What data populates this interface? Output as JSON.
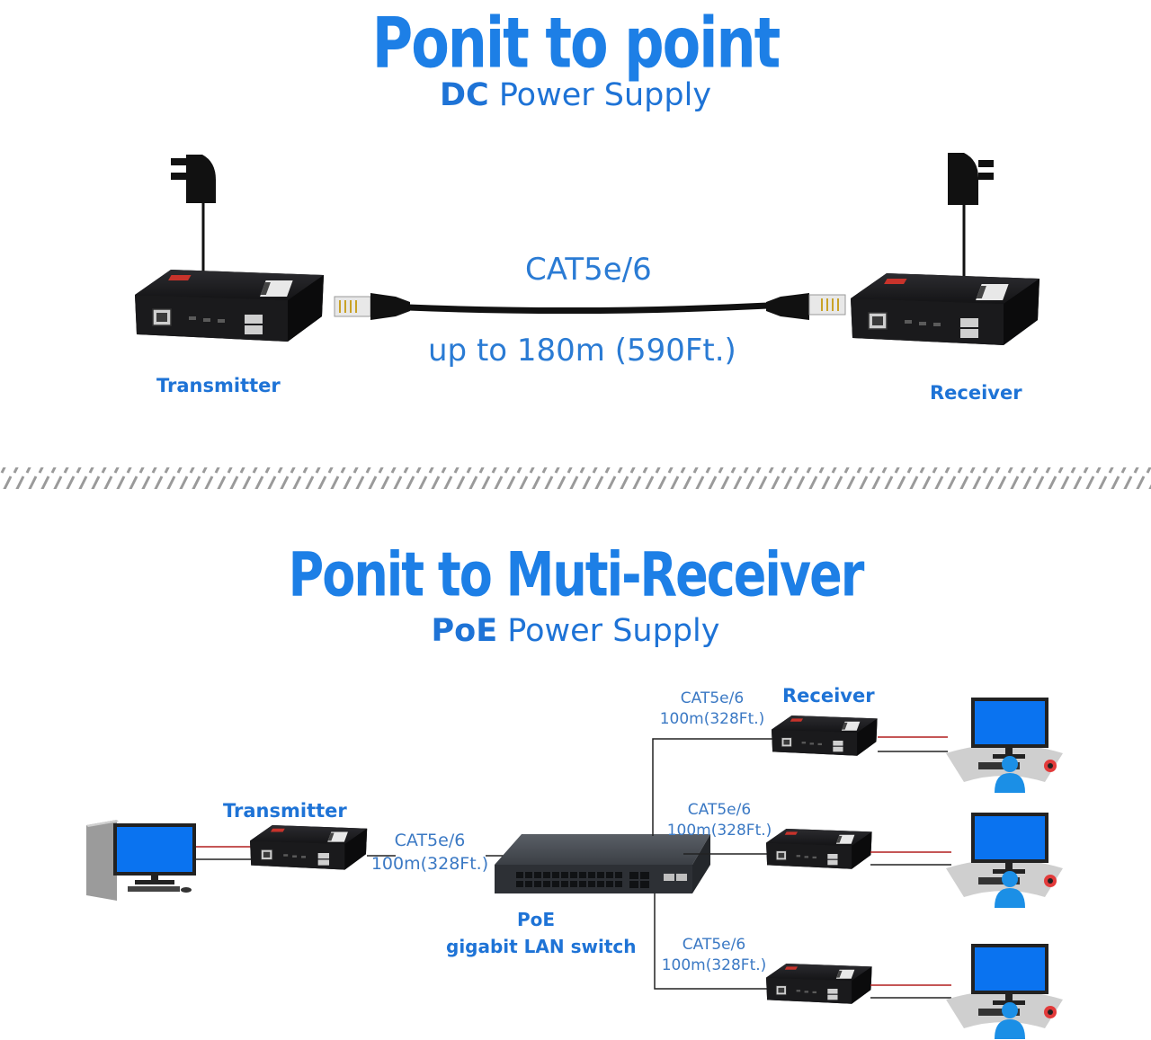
{
  "section1": {
    "title": "Ponit to point",
    "subtitle_bold": "DC",
    "subtitle_rest": " Power Supply",
    "cable_label": "CAT5e/6",
    "distance_label": "up to 180m (590Ft.)",
    "transmitter_label": "Transmitter",
    "receiver_label": "Receiver"
  },
  "section2": {
    "title": "Ponit to Muti-Receiver",
    "subtitle_bold": "PoE",
    "subtitle_rest": " Power Supply",
    "transmitter_label": "Transmitter",
    "receiver_label": "Receiver",
    "switch_label_line1": "PoE",
    "switch_label_line2": "gigabit LAN switch",
    "tx_cable": {
      "type": "CAT5e/6",
      "distance": "100m(328Ft.)"
    },
    "rx_cables": [
      {
        "type": "CAT5e/6",
        "distance": "100m(328Ft.)"
      },
      {
        "type": "CAT5e/6",
        "distance": "100m(328Ft.)"
      },
      {
        "type": "CAT5e/6",
        "distance": "100m(328Ft.)"
      }
    ]
  },
  "colors": {
    "title_blue": "#1d7fe6",
    "label_blue": "#1e73d6",
    "device_black": "#1c1c1e",
    "monitor_blue": "#0a73f0",
    "user_blue": "#1b8fe6"
  },
  "icons": [
    "power-adapter-icon",
    "rj45-connector-icon",
    "extender-device-icon",
    "pc-tower-icon",
    "monitor-icon",
    "user-icon",
    "mouse-icon",
    "switch-icon"
  ]
}
